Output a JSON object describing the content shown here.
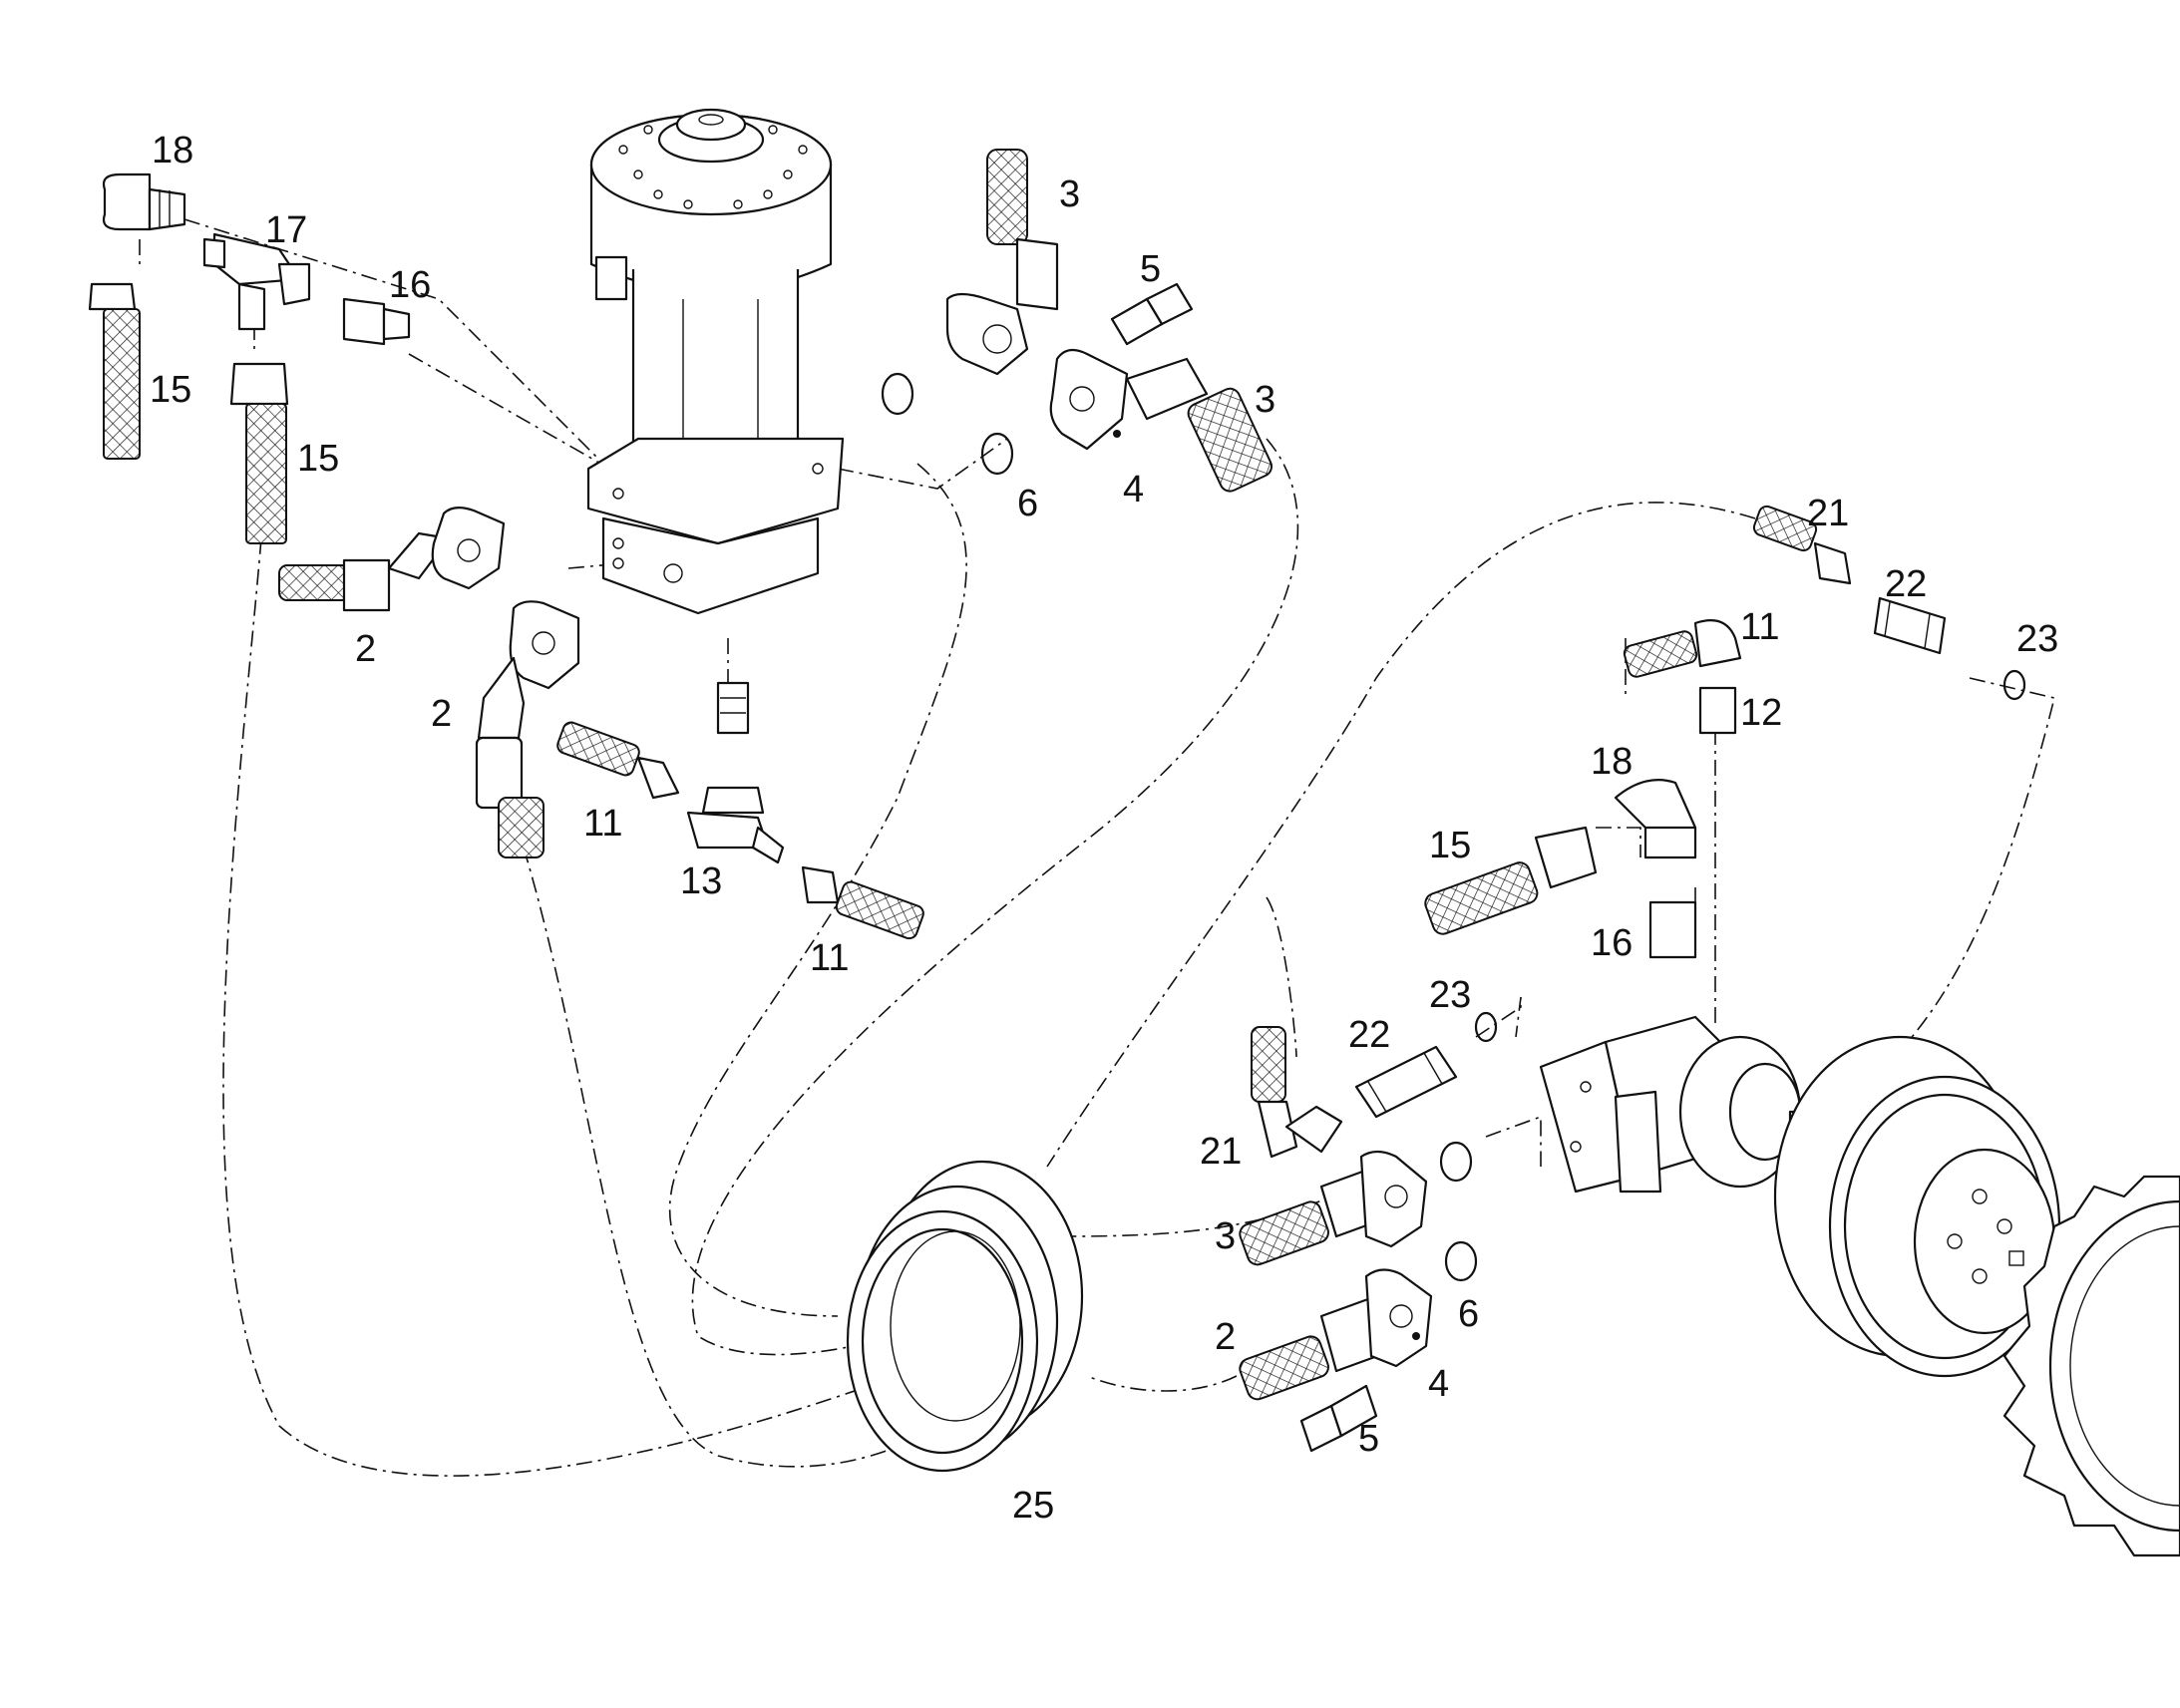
{
  "callouts": [
    {
      "id": "c18a",
      "text": "18"
    },
    {
      "id": "c17a",
      "text": "17"
    },
    {
      "id": "c16a",
      "text": "16"
    },
    {
      "id": "c15a",
      "text": "15"
    },
    {
      "id": "c15b",
      "text": "15"
    },
    {
      "id": "c3a",
      "text": "3"
    },
    {
      "id": "c5a",
      "text": "5"
    },
    {
      "id": "c3b",
      "text": "3"
    },
    {
      "id": "c4a",
      "text": "4"
    },
    {
      "id": "c6a",
      "text": "6"
    },
    {
      "id": "c2a",
      "text": "2"
    },
    {
      "id": "c2b",
      "text": "2"
    },
    {
      "id": "c11a",
      "text": "11"
    },
    {
      "id": "c13a",
      "text": "13"
    },
    {
      "id": "c11b",
      "text": "11"
    },
    {
      "id": "c21a",
      "text": "21"
    },
    {
      "id": "c22a",
      "text": "22"
    },
    {
      "id": "c23a",
      "text": "23"
    },
    {
      "id": "c11c",
      "text": "11"
    },
    {
      "id": "c12a",
      "text": "12"
    },
    {
      "id": "c18b",
      "text": "18"
    },
    {
      "id": "c15c",
      "text": "15"
    },
    {
      "id": "c16b",
      "text": "16"
    },
    {
      "id": "c23b",
      "text": "23"
    },
    {
      "id": "c22b",
      "text": "22"
    },
    {
      "id": "c21b",
      "text": "21"
    },
    {
      "id": "c3c",
      "text": "3"
    },
    {
      "id": "c6b",
      "text": "6"
    },
    {
      "id": "c2c",
      "text": "2"
    },
    {
      "id": "c4b",
      "text": "4"
    },
    {
      "id": "c5b",
      "text": "5"
    },
    {
      "id": "c25a",
      "text": "25"
    }
  ]
}
